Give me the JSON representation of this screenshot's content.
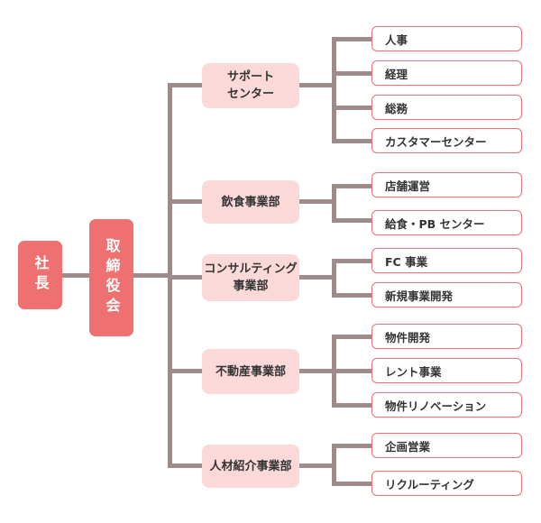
{
  "president": "社長",
  "board": "取締役会",
  "departments": [
    {
      "name": "サポート\nセンター",
      "sections": [
        "人事",
        "経理",
        "総務",
        "カスタマーセンター"
      ]
    },
    {
      "name": "飲食事業部",
      "sections": [
        "店舗運営",
        "給食・PB センター"
      ]
    },
    {
      "name": "コンサルティング\n事業部",
      "sections": [
        "FC 事業",
        "新規事業開発"
      ]
    },
    {
      "name": "不動産事業部",
      "sections": [
        "物件開発",
        "レント事業",
        "物件リノベーション"
      ]
    },
    {
      "name": "人材紹介事業部",
      "sections": [
        "企画営業",
        "リクルーティング"
      ]
    }
  ],
  "colors": {
    "accent": "#ee7070",
    "dept_fill": "#fbd9d9",
    "line": "#9e8c8c"
  }
}
